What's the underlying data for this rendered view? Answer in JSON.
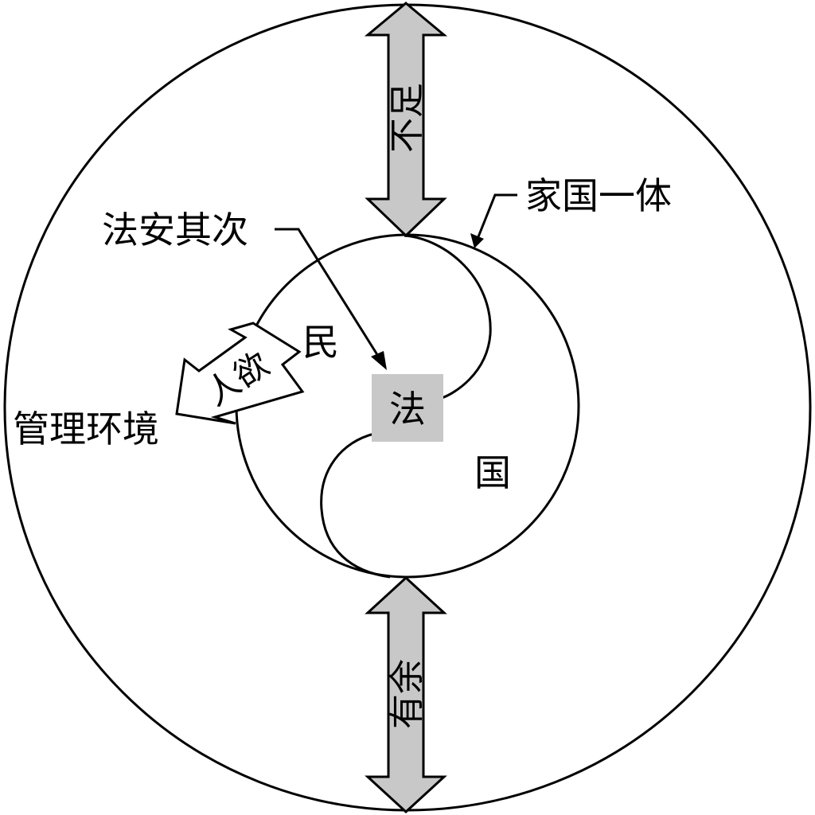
{
  "labels": {
    "outer_ring": "家国一体",
    "law_secondary": "法安其次",
    "management": "管理环境",
    "people": "民",
    "state": "国",
    "law": "法",
    "desire": "人欲",
    "insufficient": "不足",
    "surplus": "有余"
  },
  "colors": {
    "stroke": "#000000",
    "arrow_fill": "#c8c8c8",
    "law_box_fill": "#c8c8c8",
    "background": "#ffffff"
  }
}
